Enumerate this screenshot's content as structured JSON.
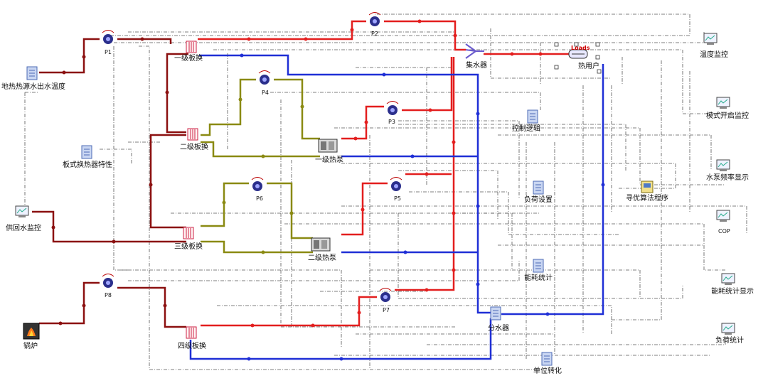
{
  "labels": {
    "geo_temp": "地热热源水出水温度",
    "p1": "P1",
    "p2": "P2",
    "p3": "P3",
    "p4": "P4",
    "p5": "P5",
    "p6": "P6",
    "p7": "P7",
    "p8": "P8",
    "hx1": "一级板换",
    "hx2": "二级板换",
    "hx3": "三级板换",
    "hx4": "四级板换",
    "collector": "集水器",
    "distributor": "分水器",
    "loads": "Loads",
    "user": "热用户",
    "temp_monitor": "温度监控",
    "mode_monitor": "模式开启监控",
    "pump_freq": "水泵频率显示",
    "cop": "COP",
    "energy_display": "能耗统计显示",
    "load_stats": "负荷统计",
    "control_logic": "控制逻辑",
    "load_settings": "负荷设置",
    "optimizer": "寻优算法程序",
    "energy_stats": "能耗统计",
    "unit_conv": "单位转化",
    "hp1": "一级热泵",
    "hp2": "二级热泵",
    "plate_hx_props": "板式换热器特性",
    "supply_return": "供回水监控",
    "boiler": "锅炉"
  },
  "colors": {
    "hot_pipe": "#e31e1e",
    "cold_pipe": "#1f2fd6",
    "geo_pipe": "#8b1010",
    "olive_pipe": "#8a8a12",
    "signal_line": "#555555"
  },
  "icons": {
    "pump": "pump-icon",
    "heat_exchanger": "plate-heat-exchanger-icon",
    "monitor": "monitor-icon",
    "document": "document-icon",
    "heat_pump": "heat-pump-icon",
    "boiler": "boiler-icon",
    "optimizer": "optimizer-icon"
  }
}
